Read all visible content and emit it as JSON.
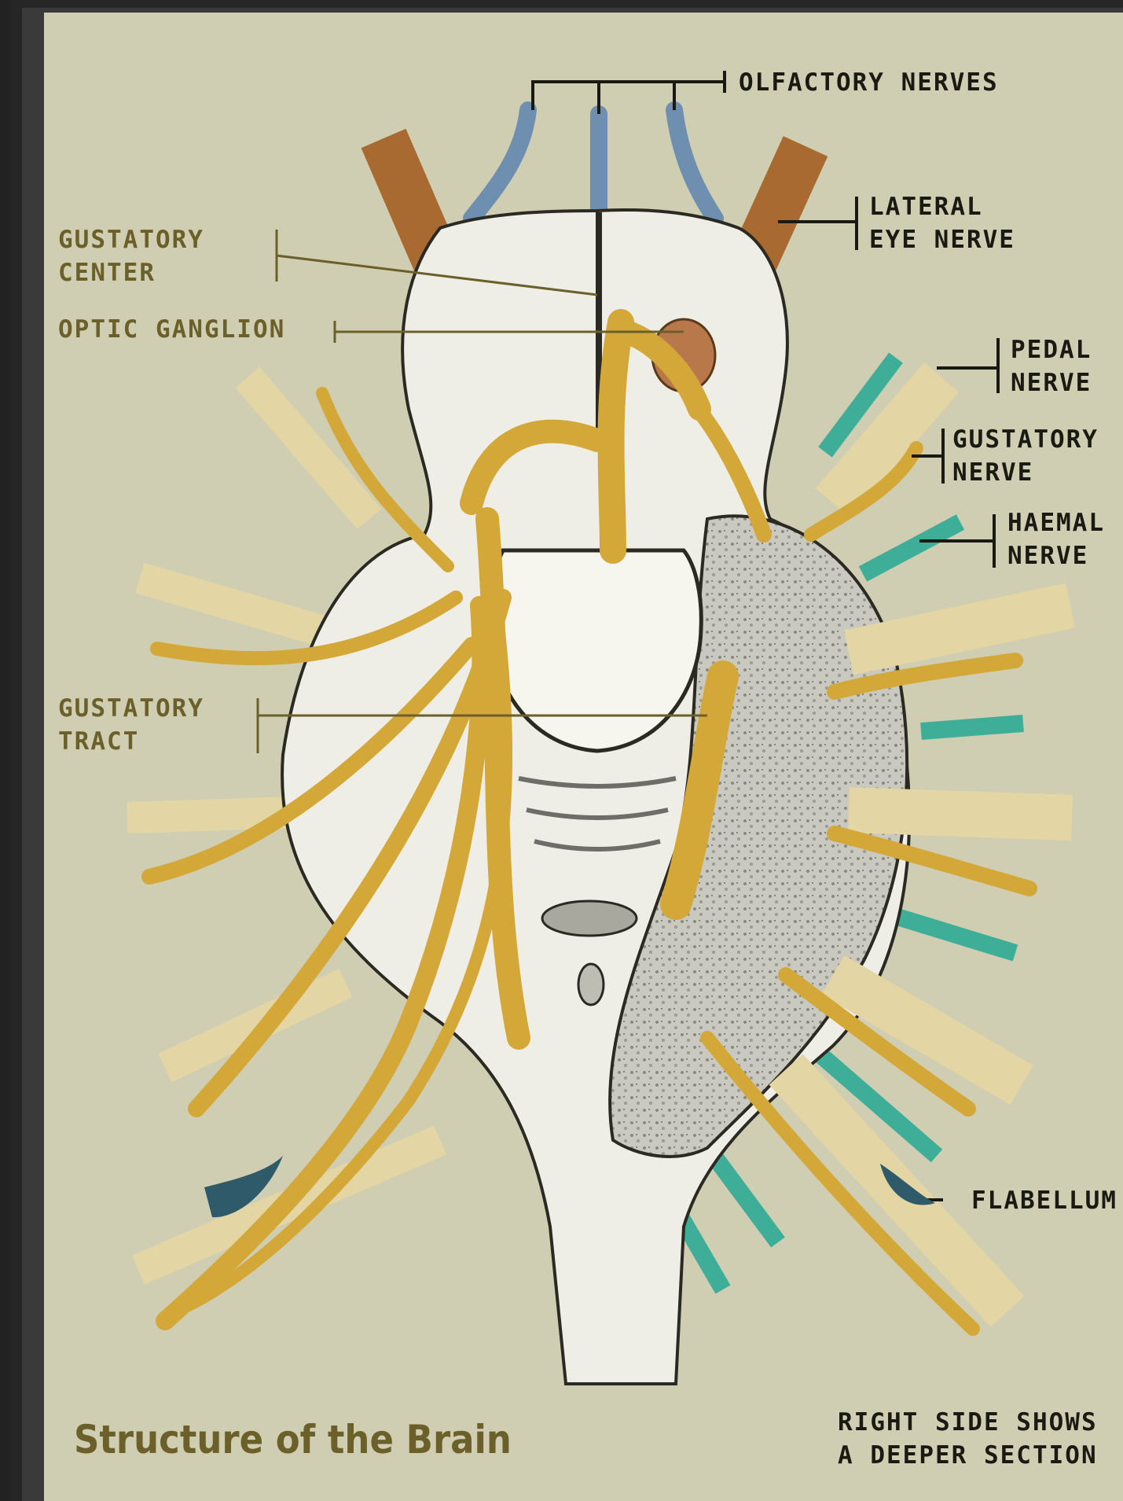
{
  "title": "Structure of the Brain",
  "labels": {
    "olfactory_nerves": "OLFACTORY NERVES",
    "lateral_eye_nerve": [
      "LATERAL",
      "EYE NERVE"
    ],
    "gustatory_center": [
      "GUSTATORY",
      "CENTER"
    ],
    "optic_ganglion": "OPTIC GANGLION",
    "pedal_nerve": [
      "PEDAL",
      "NERVE"
    ],
    "gustatory_nerve": [
      "GUSTATORY",
      "NERVE"
    ],
    "haemal_nerve": [
      "HAEMAL",
      "NERVE"
    ],
    "gustatory_tract": [
      "GUSTATORY",
      "TRACT"
    ],
    "flabellum": "FLABELLUM"
  },
  "footnote": [
    "RIGHT SIDE SHOWS",
    "A DEEPER SECTION"
  ],
  "colors": {
    "background": "#d0ceb2",
    "nerve_gold": "#d4a838",
    "nerve_cream": "#e3d6a4",
    "eye_nerve_brown": "#a86a30",
    "olfactory_blue": "#6f8fb0",
    "teal": "#3fae98",
    "tissue": "#efeee6"
  }
}
